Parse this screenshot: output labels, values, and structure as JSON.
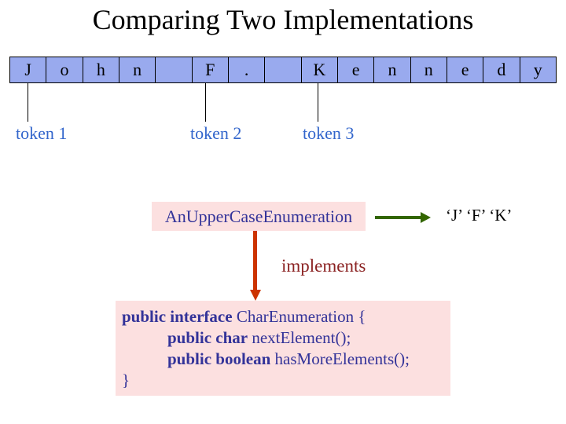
{
  "slide": {
    "title": "Comparing Two Implementations",
    "background_color": "#FFFFFF"
  },
  "char_array": {
    "cells": [
      "J",
      "o",
      "h",
      "n",
      "",
      "F",
      ".",
      "",
      "K",
      "e",
      "n",
      "n",
      "e",
      "d",
      "y"
    ],
    "cell_fill_color": "#99AAEE",
    "cell_border_color": "#000000",
    "tokens": [
      {
        "label": "token 1",
        "points_to_cell": "J"
      },
      {
        "label": "token 2",
        "points_to_cell": "F"
      },
      {
        "label": "token 3",
        "points_to_cell": "K"
      }
    ],
    "token_label_color": "#3366CC"
  },
  "diagram": {
    "class_box": {
      "text": "AnUpperCaseEnumeration",
      "bg_color": "#FCE0E0",
      "text_color": "#333399"
    },
    "output_text": "‘J’ ‘F’ ‘K’",
    "arrow_right_color": "#336600",
    "arrow_down_color": "#CC3300",
    "implements_label": "implements",
    "implements_color": "#8B2323"
  },
  "code_block": {
    "bg_color": "#FCE0E0",
    "text_color": "#333399",
    "lines": [
      {
        "keyword": "public interface",
        "rest": " CharEnumeration {"
      },
      {
        "keyword": "public char",
        "rest": " nextElement();"
      },
      {
        "keyword": "public boolean",
        "rest": " hasMoreElements();"
      },
      {
        "keyword": "",
        "rest": "}"
      }
    ]
  }
}
